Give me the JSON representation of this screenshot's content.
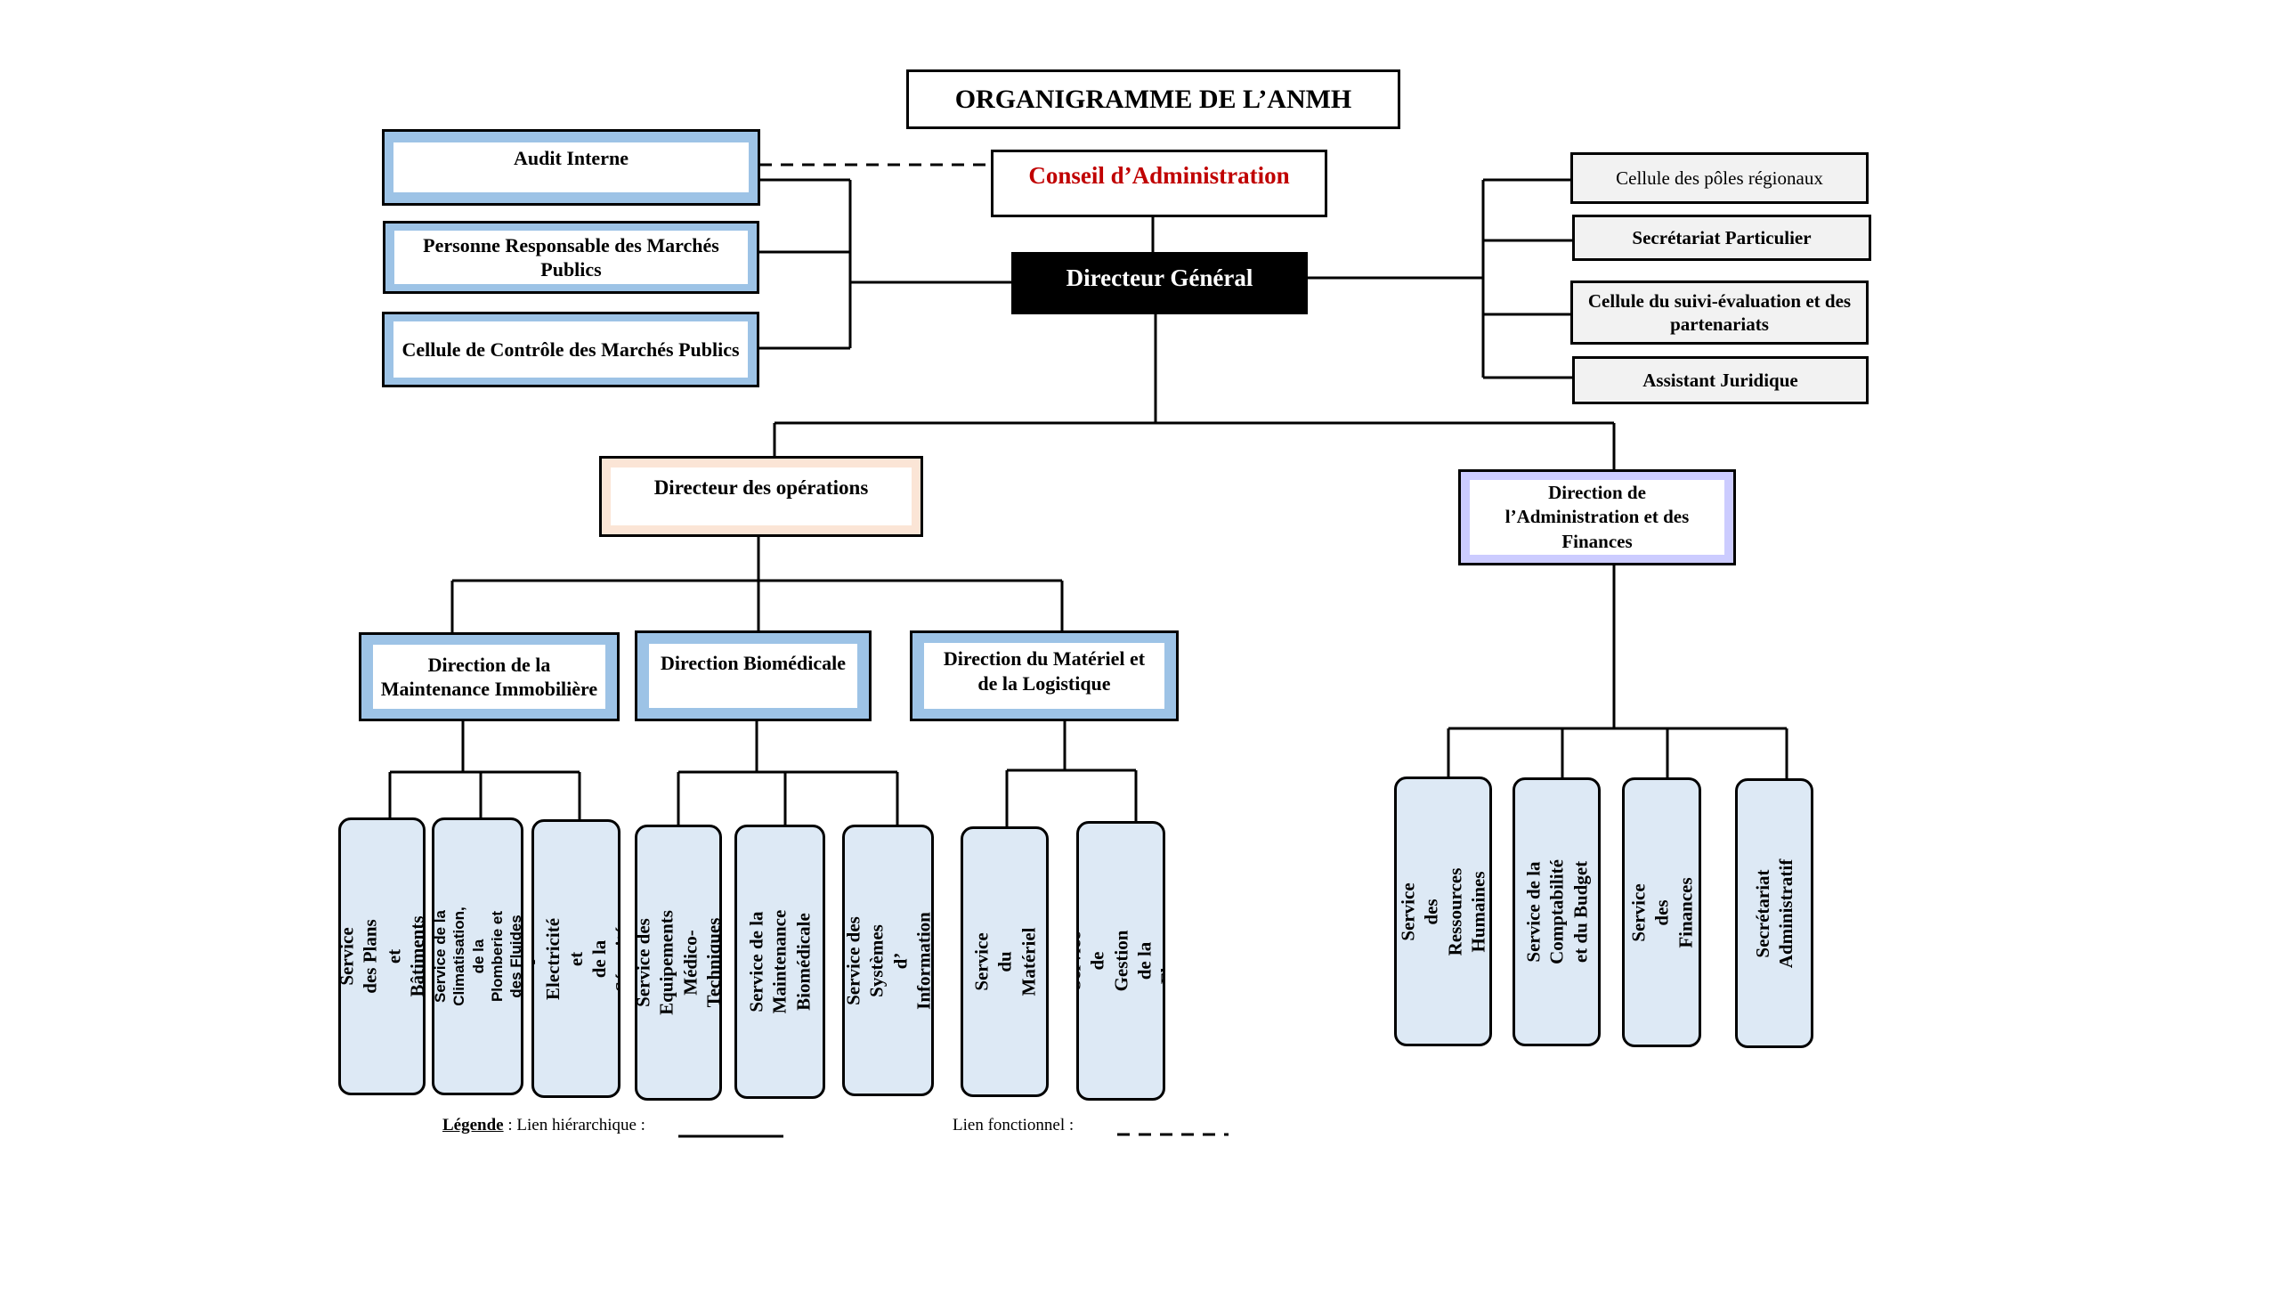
{
  "title": "ORGANIGRAMME DE L’ANMH",
  "conseil": "Conseil d’Administration",
  "directeur_general": "Directeur Général",
  "left_units": [
    "Audit Interne",
    "Personne Responsable des Marchés Publics",
    "Cellule de Contrôle des Marchés Publics"
  ],
  "right_units": [
    "Cellule des pôles régionaux",
    "Secrétariat Particulier",
    "Cellule du suivi-évaluation et des partenariats",
    "Assistant Juridique"
  ],
  "directeur_operations": "Directeur des opérations",
  "direction_admin_finances": "Direction de l’Administration et des Finances",
  "directions": [
    "Direction de la Maintenance Immobilière",
    "Direction Biomédicale",
    "Direction du Matériel et de la Logistique"
  ],
  "services_maintenance": [
    "Service des Plans et\nBâtiments",
    "Service de la Climatisation, de la\nPlomberie et des Fluides",
    "Service de l’  Electricité et\nde la Sécurité Incendie"
  ],
  "services_biomedicale": [
    "Service des Equipements\nMédico-Techniques",
    "Service de la Maintenance\nBiomédicale",
    "Service des Systèmes\nd’  Information"
  ],
  "services_logistique": [
    "Service du Matériel",
    "Service de Gestion de la\nFlotte"
  ],
  "services_daf": [
    "Service des Ressources\nHumaines",
    "Service de la Comptabilité\net du Budget",
    "Service des Finances",
    "Secrétariat Administratif"
  ],
  "legend": {
    "label": "Légende",
    "hierarchique": " : Lien hiérarchique :",
    "fonctionnel": "Lien fonctionnel :"
  }
}
